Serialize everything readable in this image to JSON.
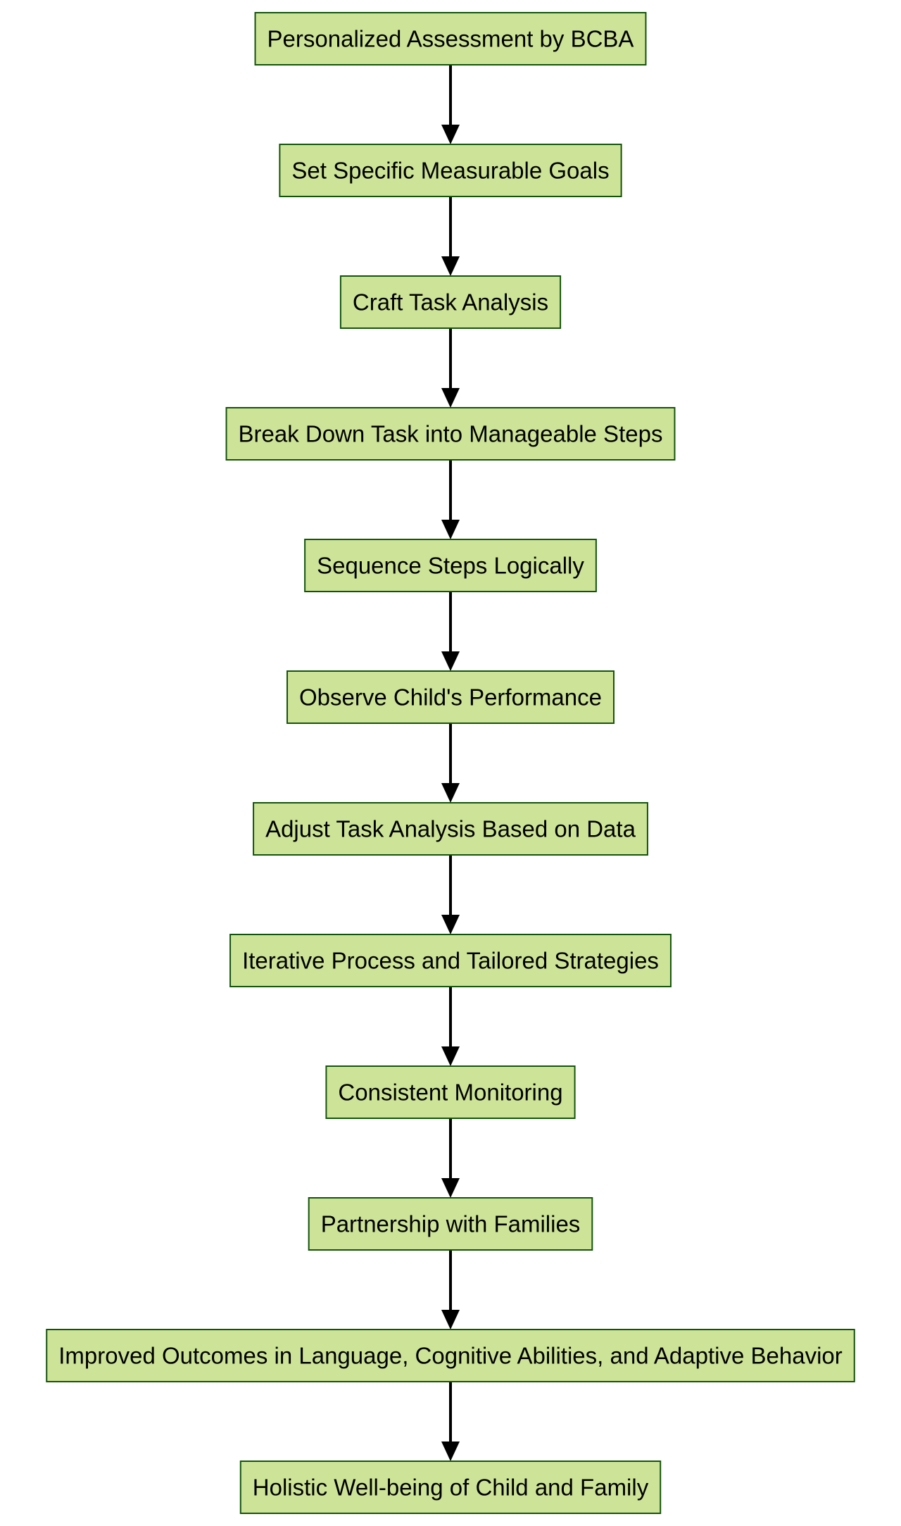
{
  "diagram": {
    "type": "flowchart",
    "direction": "top-to-bottom",
    "colors": {
      "node_fill": "#cde498",
      "node_border": "#13540c",
      "edge": "#000000",
      "text": "#000000"
    },
    "nodes": [
      {
        "id": "n1",
        "label": "Personalized Assessment by BCBA"
      },
      {
        "id": "n2",
        "label": "Set Specific Measurable Goals"
      },
      {
        "id": "n3",
        "label": "Craft Task Analysis"
      },
      {
        "id": "n4",
        "label": "Break Down Task into Manageable Steps"
      },
      {
        "id": "n5",
        "label": "Sequence Steps Logically"
      },
      {
        "id": "n6",
        "label": "Observe Child's Performance"
      },
      {
        "id": "n7",
        "label": "Adjust Task Analysis Based on Data"
      },
      {
        "id": "n8",
        "label": "Iterative Process and Tailored Strategies"
      },
      {
        "id": "n9",
        "label": "Consistent Monitoring"
      },
      {
        "id": "n10",
        "label": "Partnership with Families"
      },
      {
        "id": "n11",
        "label": "Improved Outcomes in Language, Cognitive Abilities, and Adaptive Behavior"
      },
      {
        "id": "n12",
        "label": "Holistic Well-being of Child and Family"
      }
    ],
    "edges": [
      {
        "from": "n1",
        "to": "n2"
      },
      {
        "from": "n2",
        "to": "n3"
      },
      {
        "from": "n3",
        "to": "n4"
      },
      {
        "from": "n4",
        "to": "n5"
      },
      {
        "from": "n5",
        "to": "n6"
      },
      {
        "from": "n6",
        "to": "n7"
      },
      {
        "from": "n7",
        "to": "n8"
      },
      {
        "from": "n8",
        "to": "n9"
      },
      {
        "from": "n9",
        "to": "n10"
      },
      {
        "from": "n10",
        "to": "n11"
      },
      {
        "from": "n11",
        "to": "n12"
      }
    ]
  }
}
